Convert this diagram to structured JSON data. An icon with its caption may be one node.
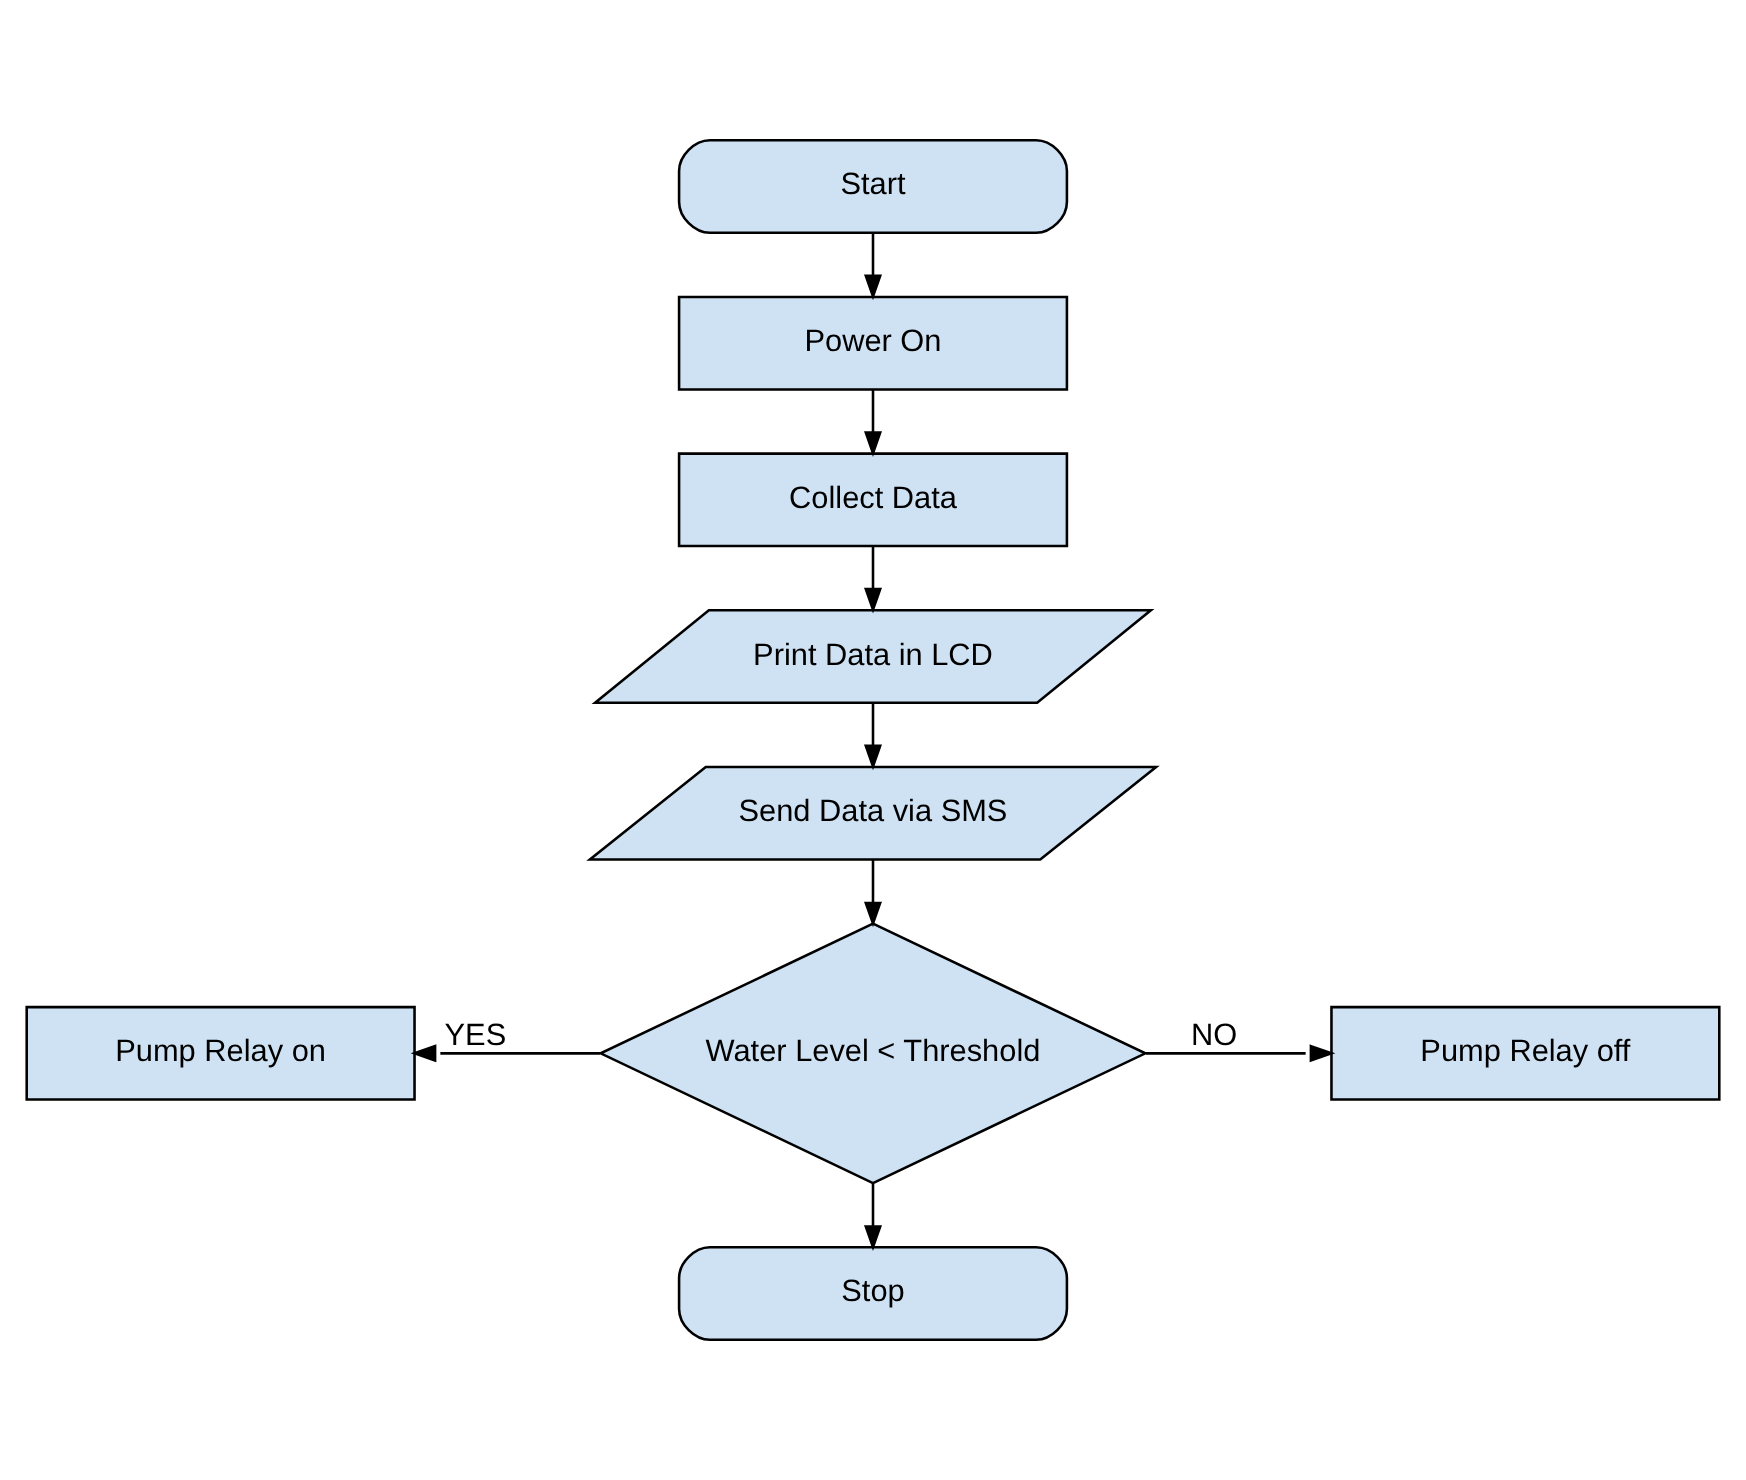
{
  "diagram": {
    "nodes": [
      {
        "text": [
          "Start"
        ]
      },
      {
        "text": [
          "Power On"
        ]
      },
      {
        "text": [
          "Collect Data"
        ]
      },
      {
        "text": [
          "Print Data in LCD"
        ]
      },
      {
        "text": [
          "Send Data via SMS"
        ]
      },
      {
        "text": [
          "Water Level < Threshold"
        ]
      },
      {
        "text": [
          "Pump Relay on"
        ]
      },
      {
        "text": [
          "Pump Relay off"
        ]
      },
      {
        "text": [
          "Stop"
        ]
      }
    ],
    "edges": [
      {
        "from": 0,
        "to": 1,
        "arrow": "to"
      },
      {
        "from": 1,
        "to": 2,
        "arrow": "to"
      },
      {
        "from": 2,
        "to": 3,
        "arrow": "to"
      },
      {
        "from": 3,
        "to": 4,
        "arrow": "to"
      },
      {
        "from": 4,
        "to": 5,
        "arrow": "to"
      },
      {
        "from": 5,
        "to": 6,
        "arrow": "to",
        "label": "YES"
      },
      {
        "from": 5,
        "to": 7,
        "arrow": "to",
        "label": "NO"
      },
      {
        "from": 5,
        "to": 8,
        "arrow": "to"
      }
    ]
  }
}
